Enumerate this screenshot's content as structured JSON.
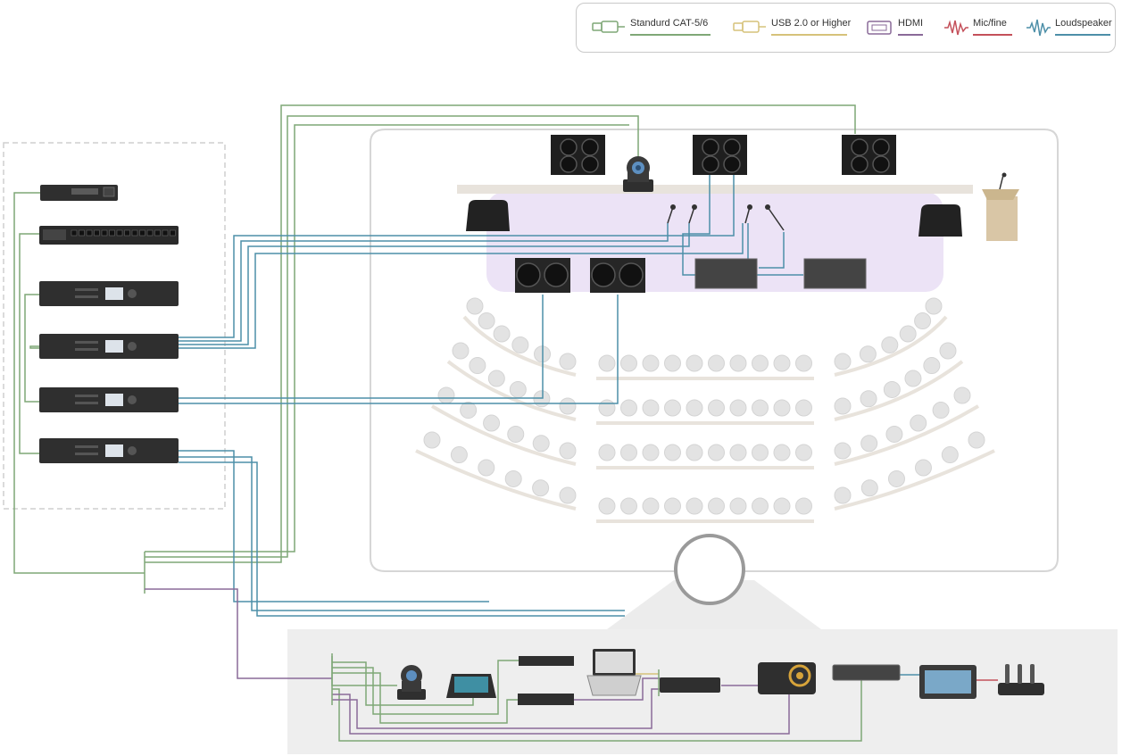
{
  "legend": {
    "items": [
      {
        "key": "cat",
        "label": "Standurd CAT-5/6",
        "icon": "ethernet-cable-icon",
        "color": "#7fa777"
      },
      {
        "key": "usb",
        "label": "USB 2.0 or Higher",
        "icon": "usb-cable-icon",
        "color": "#d6c27a"
      },
      {
        "key": "hdmi",
        "label": "HDMI",
        "icon": "hdmi-cable-icon",
        "color": "#8a6a98"
      },
      {
        "key": "mic",
        "label": "Mic/fine",
        "icon": "mic-waveform-icon",
        "color": "#c4505a"
      },
      {
        "key": "spk",
        "label": "Loudspeaker",
        "icon": "loudspeaker-waveform-icon",
        "color": "#4d8fa8"
      }
    ]
  },
  "colors": {
    "cat": "#7fa777",
    "usb": "#d6c27a",
    "hdmi": "#8a6a98",
    "mic": "#c4505a",
    "speaker": "#4d8fa8",
    "stage": "#e9e0f4",
    "seat": "#e3e3e3",
    "equipment": "#2f2f2f"
  },
  "rack": {
    "devices": [
      {
        "name": "network-switch-small",
        "icon": "network-switch-icon"
      },
      {
        "name": "network-switch-patch",
        "icon": "patch-panel-icon"
      },
      {
        "name": "amplifier-1",
        "icon": "amplifier-icon"
      },
      {
        "name": "amplifier-2",
        "icon": "amplifier-icon"
      },
      {
        "name": "amplifier-3",
        "icon": "amplifier-icon"
      },
      {
        "name": "amplifier-4",
        "icon": "amplifier-icon"
      }
    ]
  },
  "control_room": {
    "devices": [
      {
        "name": "ptz-camera",
        "icon": "ptz-camera-icon"
      },
      {
        "name": "touch-panel",
        "icon": "touch-panel-icon"
      },
      {
        "name": "media-player",
        "icon": "media-player-icon"
      },
      {
        "name": "dsp-unit",
        "icon": "dsp-icon"
      },
      {
        "name": "laptop",
        "icon": "laptop-icon"
      },
      {
        "name": "av-receiver",
        "icon": "receiver-icon"
      },
      {
        "name": "projector",
        "icon": "projector-icon"
      },
      {
        "name": "video-switcher",
        "icon": "video-switcher-icon"
      },
      {
        "name": "mixing-console",
        "icon": "mixing-console-icon"
      },
      {
        "name": "wireless-mic-charger",
        "icon": "wireless-mic-charger-icon"
      }
    ]
  },
  "auditorium": {
    "seating_layout": "curved-three-section",
    "stage_equipment": [
      "speaker",
      "ptz-camera",
      "microphone",
      "stage-monitor",
      "subwoofer",
      "podium"
    ]
  }
}
